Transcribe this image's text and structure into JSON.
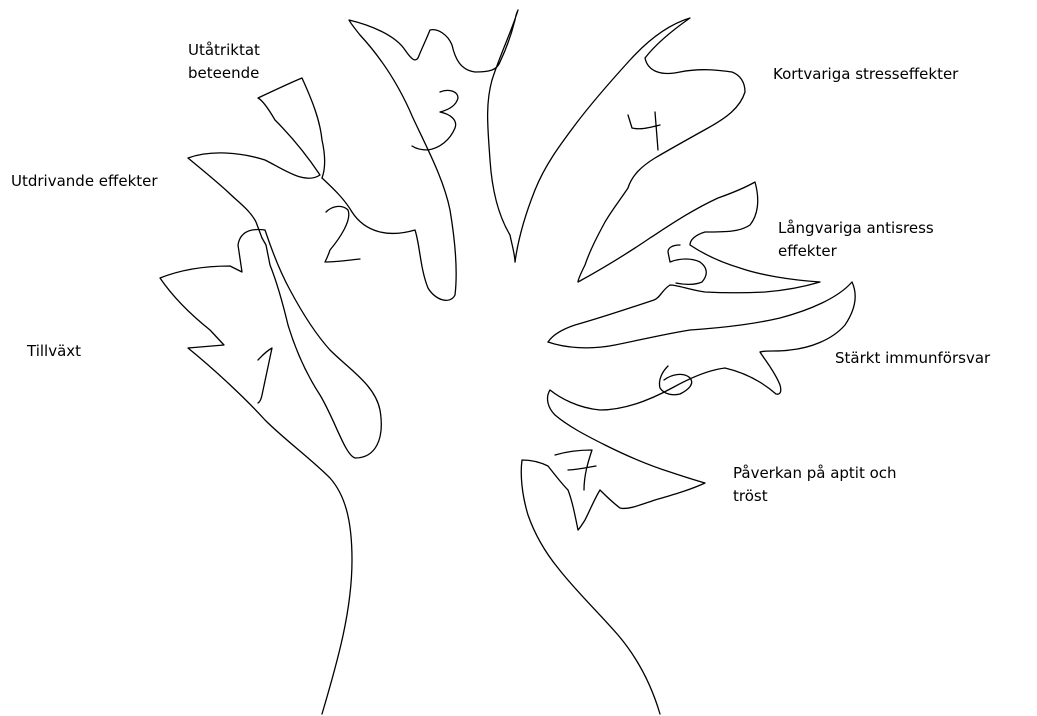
{
  "stroke_color": "#000000",
  "background_color": "#ffffff",
  "labels": {
    "utatriktat": {
      "line1": "Utåtriktat",
      "line2": "beteende"
    },
    "utdrivande": {
      "line1": "Utdrivande effekter"
    },
    "tillvaxt": {
      "line1": "Tillväxt"
    },
    "kortvariga": {
      "line1": "Kortvariga stresseffekter"
    },
    "langvariga": {
      "line1": "Långvariga antisress",
      "line2": "effekter"
    },
    "immunforsvar": {
      "line1": "Stärkt immunförsvar"
    },
    "paverkan": {
      "line1": "Påverkan på aptit och",
      "line2": "tröst"
    }
  },
  "branch_numbers": {
    "one": "1",
    "two": "2",
    "three": "3",
    "four": "4",
    "five": "5",
    "six": "6",
    "seven": "7"
  }
}
